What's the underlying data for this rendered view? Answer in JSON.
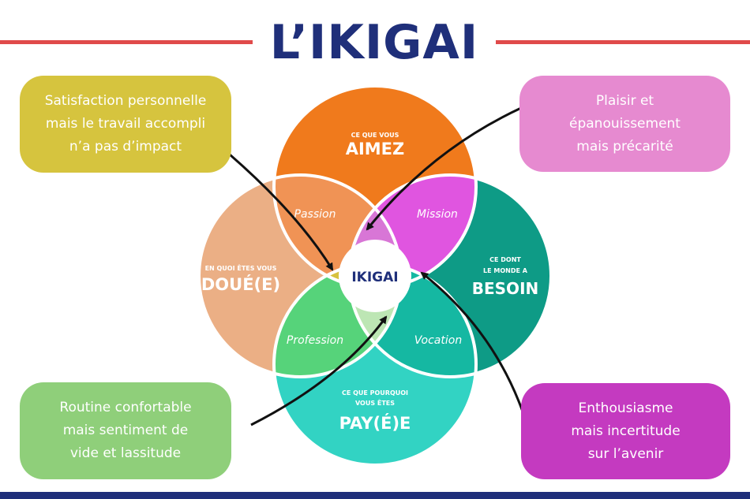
{
  "title": "L’IKIGAI",
  "colors": {
    "title": "#1f2f7a",
    "header_rule": "#e04a4a",
    "footer_bar": "#1f2f7a",
    "aimez": "#f07a1c",
    "doue": "#ebaf85",
    "besoin": "#0e9b86",
    "payee": "#32d3c3",
    "passion": "#f09355",
    "mission": "#e055e0",
    "profession": "#56d37a",
    "vocation": "#15b8a2"
  },
  "circles": {
    "aimez": {
      "small": "CE QUE VOUS",
      "big": "AIMEZ"
    },
    "doue": {
      "small": "EN QUOI ÊTES VOUS",
      "big": "DOUÉ(E)"
    },
    "besoin": {
      "small": [
        "CE DONT",
        "LE MONDE A"
      ],
      "big": "BESOIN"
    },
    "payee": {
      "small": [
        "CE QUE POURQUOI",
        "VOUS ÊTES"
      ],
      "big": "PAY(É)E"
    }
  },
  "overlaps": {
    "passion": "Passion",
    "mission": "Mission",
    "profession": "Profession",
    "vocation": "Vocation",
    "center": "IKIGAI"
  },
  "callouts": {
    "top_left": [
      "Satisfaction personnelle",
      "mais le travail accompli",
      "n’a pas d’impact"
    ],
    "top_right": [
      "Plaisir et",
      "épanouissement",
      "mais précarité"
    ],
    "bottom_left": [
      "Routine confortable",
      "mais sentiment de",
      "vide et lassitude"
    ],
    "bottom_right": [
      "Enthousiasme",
      "mais incertitude",
      "sur l’avenir"
    ]
  }
}
